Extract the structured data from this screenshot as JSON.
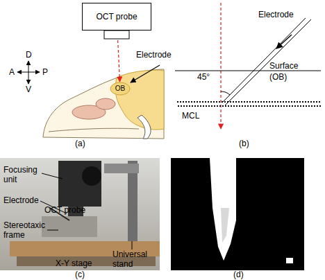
{
  "diagram": {
    "nodes": [
      {
        "text": [
          "OCT probe"
        ]
      },
      {
        "text": [
          "OB"
        ]
      }
    ],
    "edges": [
      {
        "from": 0,
        "to": 1,
        "arrow": "to"
      }
    ],
    "labels": [
      "D",
      "V",
      "A",
      "P",
      "Electrode",
      "(a)",
      "Electrode",
      "Surface (OB)",
      "45°",
      "MCL",
      "(b)",
      "Focusing unit",
      "Electrode",
      "OCT probe",
      "Stereotaxic frame",
      "X-Y stage",
      "Universal stand",
      "(c)",
      "(d)"
    ]
  }
}
